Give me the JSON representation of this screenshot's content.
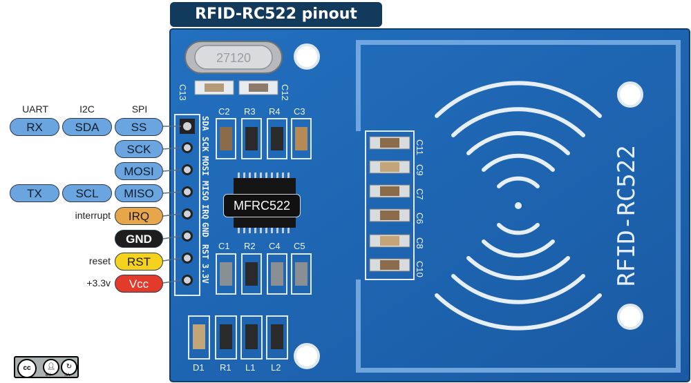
{
  "title": "RFID-RC522 pinout",
  "column_headers": {
    "uart": "UART",
    "i2c": "I2C",
    "spi": "SPI"
  },
  "pins": {
    "uart_rx": "RX",
    "i2c_sda": "SDA",
    "ss": "SS",
    "sck": "SCK",
    "mosi": "MOSI",
    "uart_tx": "TX",
    "i2c_scl": "SCL",
    "miso": "MISO",
    "irq": "IRQ",
    "gnd": "GND",
    "rst": "RST",
    "vcc": "Vcc"
  },
  "pin_notes": {
    "irq": "interrupt",
    "rst": "reset",
    "vcc": "+3.3v"
  },
  "header_silkscreen": [
    "SDA",
    "SCK",
    "MOSI",
    "MISO",
    "IRQ",
    "GND",
    "RST",
    "3.3V"
  ],
  "chip_label": "MFRC522",
  "board_text": "RFID-RC522",
  "crystal_text": "27120",
  "components": {
    "c13": "C13",
    "c12": "C12",
    "c2": "C2",
    "r3": "R3",
    "r4": "R4",
    "c3": "C3",
    "c1": "C1",
    "r2": "R2",
    "c4": "C4",
    "c5": "C5",
    "d1": "D1",
    "r1": "R1",
    "l1": "L1",
    "l2": "L2",
    "c11": "C11",
    "c9": "C9",
    "c7": "C7",
    "c6": "C6",
    "c8": "C8",
    "c10": "C10"
  },
  "license": {
    "cc": "cc",
    "by": "BY",
    "sa": "SA"
  },
  "colors": {
    "board": "#1f64b0",
    "board_trace": "#7fb2e6",
    "title_bg": "#123a5c",
    "pill_blue": "#6aa5e0",
    "pill_orange": "#e8a64a",
    "pill_black": "#1d1d1d",
    "pill_yellow": "#f4d21d",
    "pill_red": "#e23a2b"
  }
}
